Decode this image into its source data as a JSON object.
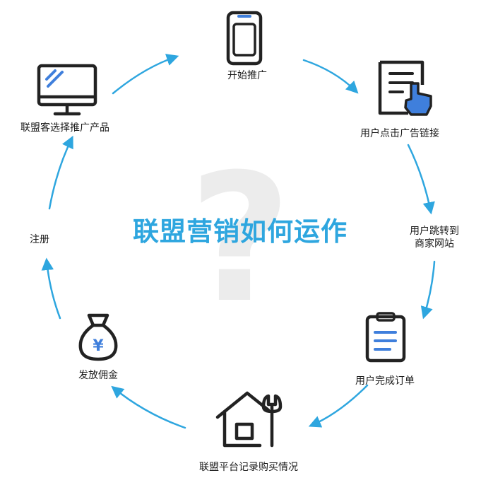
{
  "title": "联盟营销如何运作",
  "background_symbol": "?",
  "colors": {
    "accent": "#2ea6df",
    "icon_stroke": "#222222",
    "icon_blue": "#3f7fdc",
    "watermark": "#ececec"
  },
  "steps": [
    {
      "label": "开始推广",
      "icon": "smartphone-icon"
    },
    {
      "label": "用户点击广告链接",
      "icon": "document-tap-icon"
    },
    {
      "label_line1": "用户跳转到",
      "label_line2": "商家网站",
      "icon": "none"
    },
    {
      "label": "用户完成订单",
      "icon": "clipboard-icon"
    },
    {
      "label": "联盟平台记录购买情况",
      "icon": "house-wrench-icon"
    },
    {
      "label": "发放佣金",
      "icon": "money-bag-icon"
    },
    {
      "label": "注册",
      "icon": "none"
    },
    {
      "label": "联盟客选择推广产品",
      "icon": "monitor-icon"
    }
  ],
  "money_symbol": "¥"
}
